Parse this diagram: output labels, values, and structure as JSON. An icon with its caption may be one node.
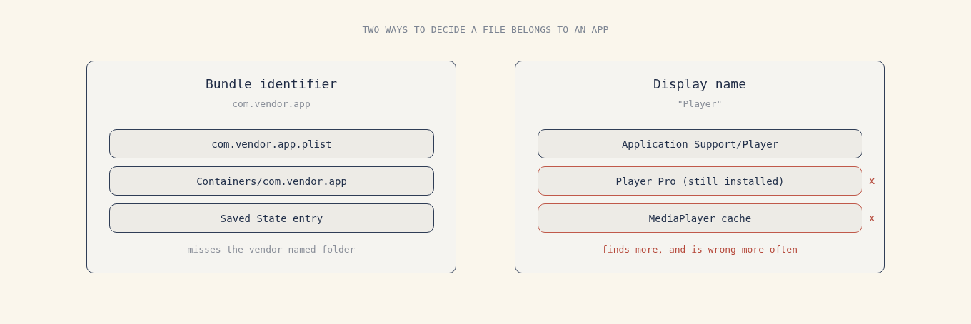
{
  "diagram": {
    "title": "TWO WAYS TO DECIDE A FILE BELONGS TO AN APP",
    "nodes": [
      {
        "text": [
          "Bundle identifier",
          "com.vendor.app",
          "misses the vendor-named folder"
        ]
      },
      {
        "text": [
          "com.vendor.app.plist"
        ],
        "in": 0
      },
      {
        "text": [
          "Containers/com.vendor.app"
        ],
        "in": 0
      },
      {
        "text": [
          "Saved State entry"
        ],
        "in": 0
      },
      {
        "text": [
          "Display name",
          "\"Player\"",
          "finds more, and is wrong more often"
        ]
      },
      {
        "text": [
          "Application Support/Player"
        ],
        "in": 4
      },
      {
        "text": [
          "Player Pro (still installed)"
        ],
        "in": 4,
        "beside": [
          "x"
        ]
      },
      {
        "text": [
          "MediaPlayer cache"
        ],
        "in": 4,
        "beside": [
          "x"
        ]
      }
    ]
  }
}
